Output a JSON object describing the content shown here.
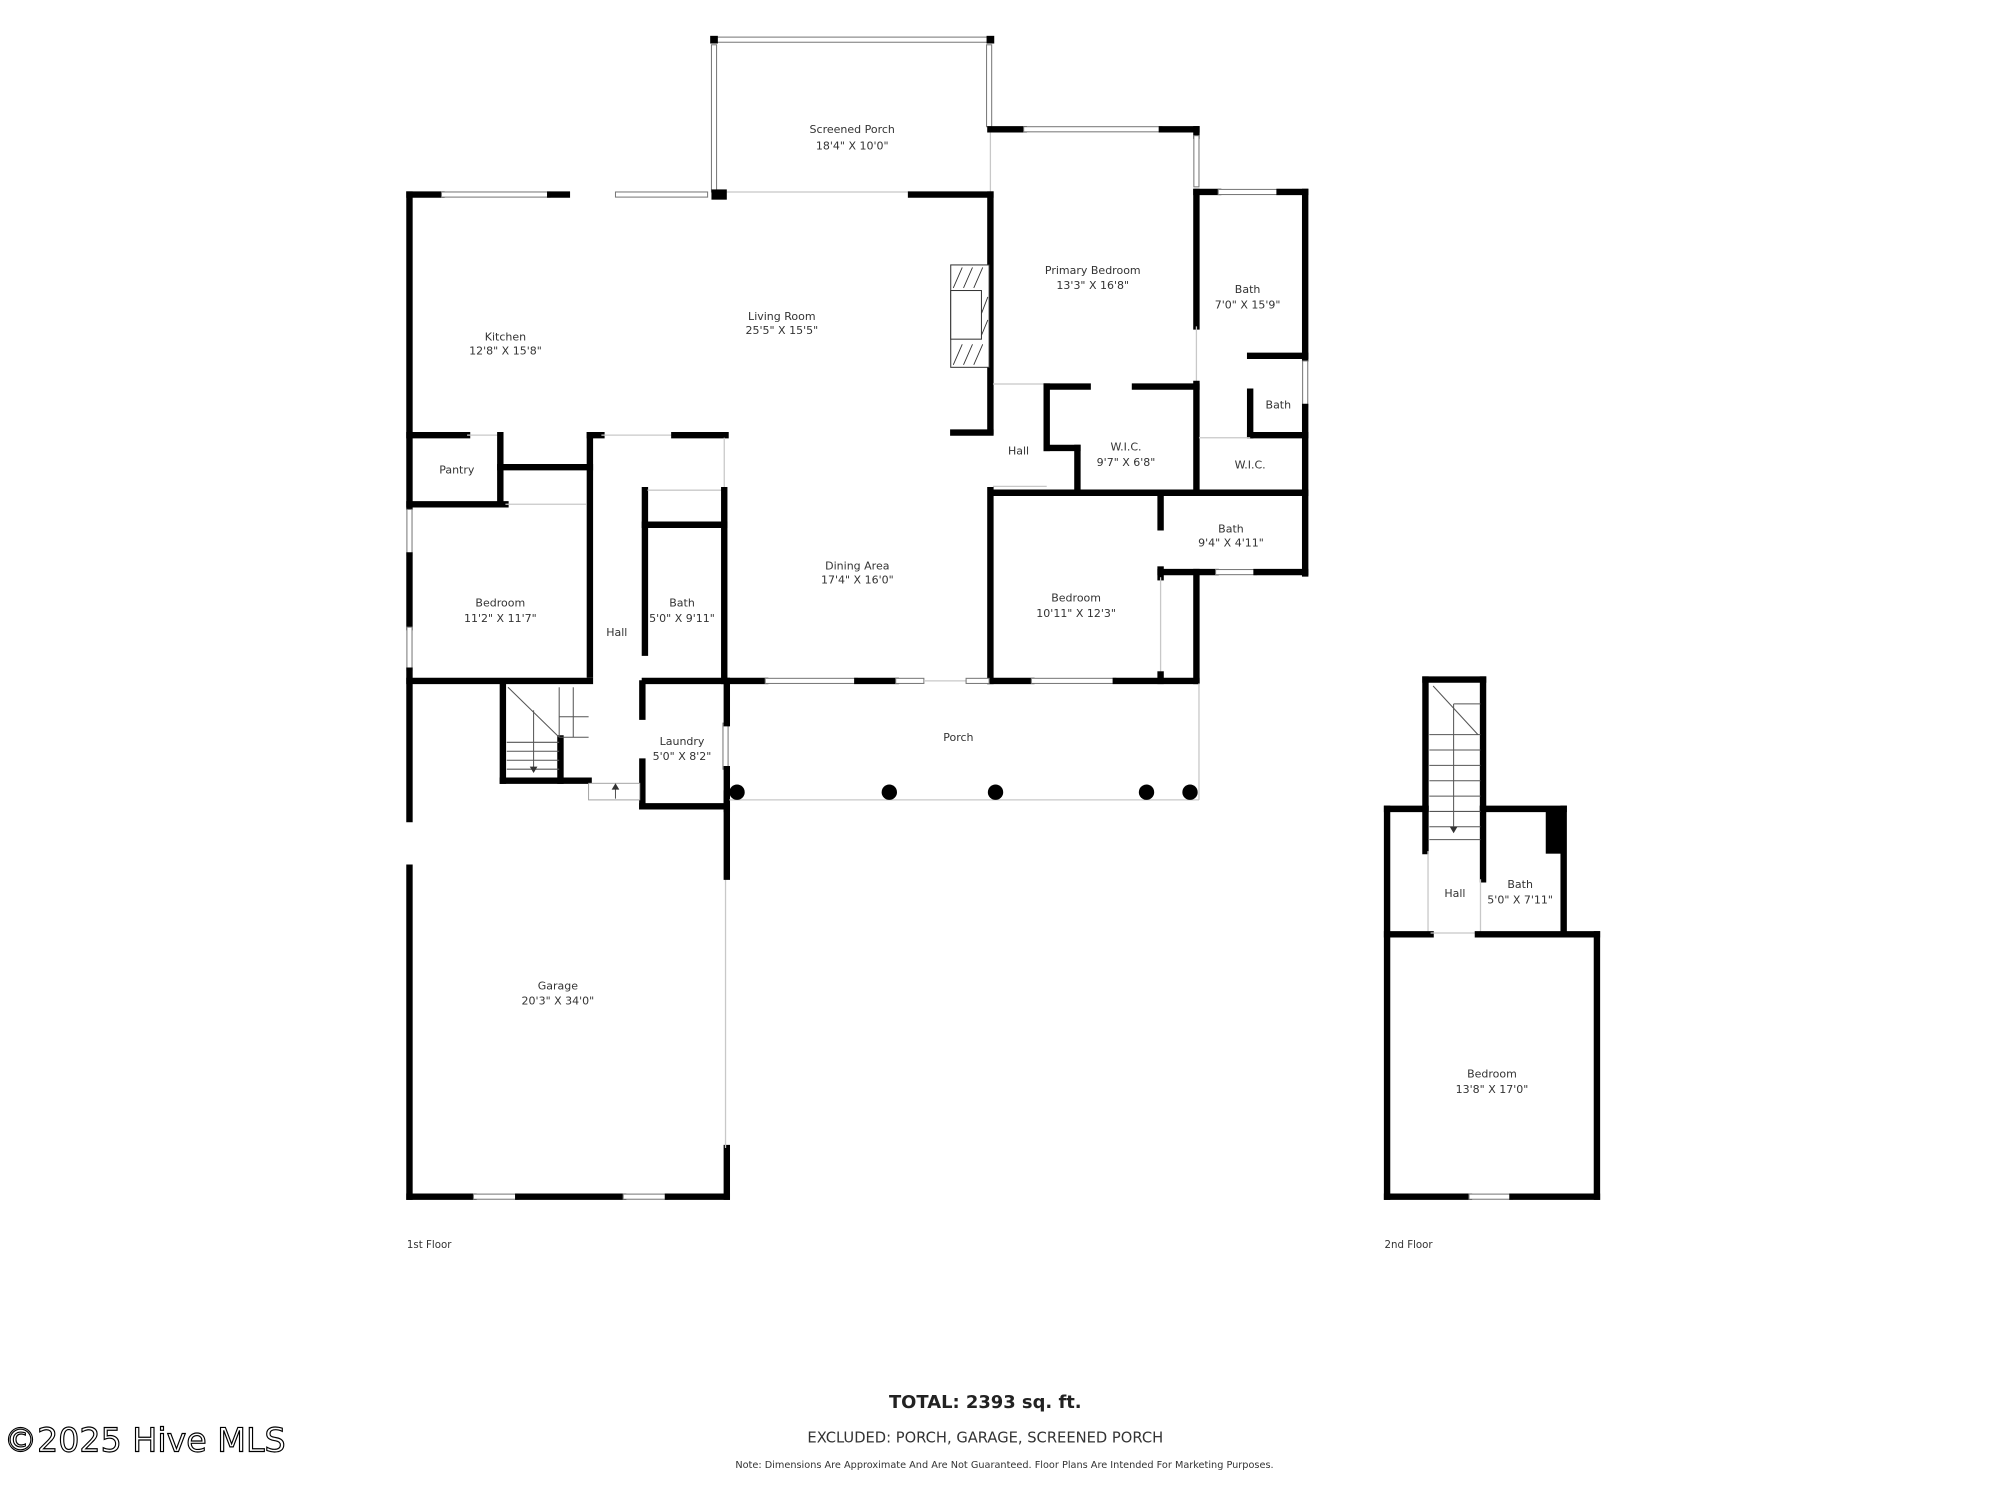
{
  "first_floor": {
    "label": "1st Floor",
    "rooms": [
      {
        "name": "Screened Porch",
        "dims": "18'4\" X 10'0\""
      },
      {
        "name": "Kitchen",
        "dims": "12'8\" X 15'8\""
      },
      {
        "name": "Living Room",
        "dims": "25'5\" X 15'5\""
      },
      {
        "name": "Primary Bedroom",
        "dims": "13'3\" X 16'8\""
      },
      {
        "name": "Bath",
        "dims": "7'0\" X 15'9\""
      },
      {
        "name": "Bath",
        "dims": ""
      },
      {
        "name": "Hall",
        "dims": ""
      },
      {
        "name": "W.I.C.",
        "dims": "9'7\" X 6'8\""
      },
      {
        "name": "W.I.C.",
        "dims": ""
      },
      {
        "name": "Pantry",
        "dims": ""
      },
      {
        "name": "Bedroom",
        "dims": "11'2\" X 11'7\""
      },
      {
        "name": "Hall",
        "dims": ""
      },
      {
        "name": "Bath",
        "dims": "5'0\" X 9'11\""
      },
      {
        "name": "Dining Area",
        "dims": "17'4\" X 16'0\""
      },
      {
        "name": "Bath",
        "dims": "9'4\" X 4'11\""
      },
      {
        "name": "Bedroom",
        "dims": "10'11\" X 12'3\""
      },
      {
        "name": "Laundry",
        "dims": "5'0\" X 8'2\""
      },
      {
        "name": "Porch",
        "dims": ""
      },
      {
        "name": "Garage",
        "dims": "20'3\" X 34'0\""
      }
    ]
  },
  "second_floor": {
    "label": "2nd Floor",
    "rooms": [
      {
        "name": "Hall",
        "dims": ""
      },
      {
        "name": "Bath",
        "dims": "5'0\" X 7'11\""
      },
      {
        "name": "Bedroom",
        "dims": "13'8\" X 17'0\""
      }
    ]
  },
  "summary": {
    "total": "TOTAL: 2393 sq. ft.",
    "excluded": "EXCLUDED: PORCH, GARAGE, SCREENED PORCH",
    "note": "Note: Dimensions Are Approximate And Are Not Guaranteed. Floor Plans Are Intended For Marketing Purposes."
  },
  "watermark": "©2025 Hive MLS"
}
